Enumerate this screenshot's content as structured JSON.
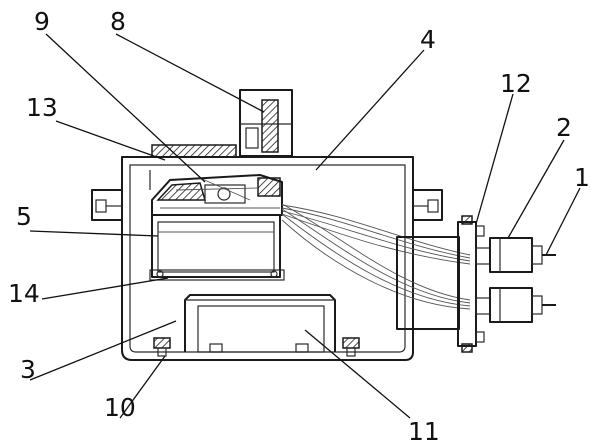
{
  "labels": [
    {
      "id": "9",
      "text": "9"
    },
    {
      "id": "8",
      "text": "8"
    },
    {
      "id": "4",
      "text": "4"
    },
    {
      "id": "12",
      "text": "12"
    },
    {
      "id": "2",
      "text": "2"
    },
    {
      "id": "1",
      "text": "1"
    },
    {
      "id": "13",
      "text": "13"
    },
    {
      "id": "5",
      "text": "5"
    },
    {
      "id": "14",
      "text": "14"
    },
    {
      "id": "3",
      "text": "3"
    },
    {
      "id": "10",
      "text": "10"
    },
    {
      "id": "11",
      "text": "11"
    }
  ]
}
